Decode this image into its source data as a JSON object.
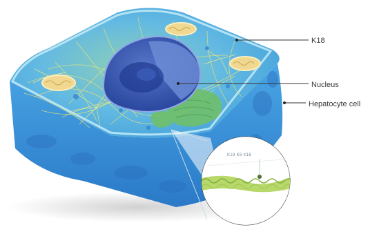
{
  "labels": {
    "k18": "K18",
    "nucleus": "Nucleus",
    "hepatocyte": "Hepatocyte cell",
    "zoom_text": "K18 K8 K18"
  },
  "colors": {
    "cell_body": "#3a8fd8",
    "cell_top": "#5ab7e8",
    "cell_rim": "#8fd6f2",
    "nucleus": "#2f4fa8",
    "nucleus_light": "#6f8fd8",
    "filaments": "#e3e27a",
    "er_green": "#6fbf6a",
    "mitochondria": "#f0d890",
    "callout_line": "#333333",
    "zoom_filament": "#b8d86a"
  }
}
